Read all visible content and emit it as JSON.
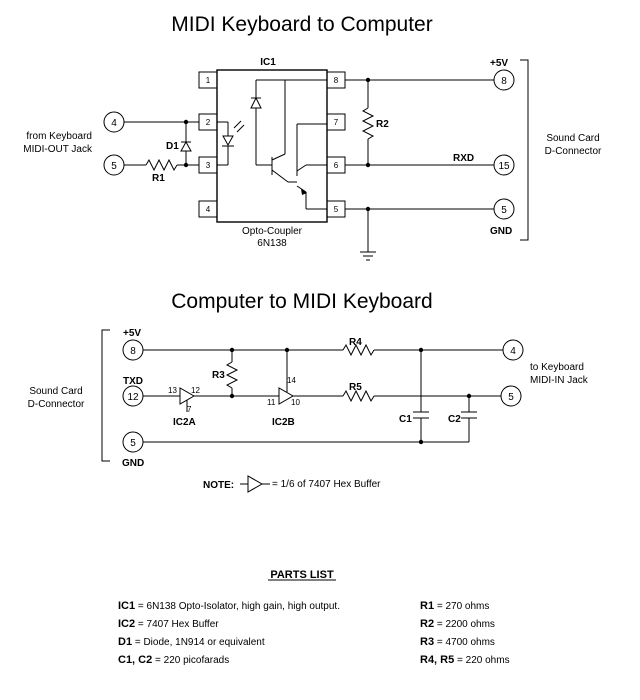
{
  "top": {
    "title": "MIDI Keyboard to Computer",
    "ic_label": "IC1",
    "ic_caption1": "Opto-Coupler",
    "ic_caption2": "6N138",
    "pins": [
      "1",
      "2",
      "3",
      "4",
      "5",
      "6",
      "7",
      "8"
    ],
    "left_connector": {
      "line1": "from Keyboard",
      "line2": "MIDI-OUT Jack",
      "pin_a": "4",
      "pin_b": "5"
    },
    "right_connector": {
      "line1": "Sound Card",
      "line2": "D-Connector",
      "pin_vcc": "8",
      "pin_rxd": "15",
      "pin_gnd": "5"
    },
    "labels": {
      "d1": "D1",
      "r1": "R1",
      "r2": "R2",
      "vcc": "+5V",
      "rxd": "RXD",
      "gnd": "GND"
    }
  },
  "bottom": {
    "title": "Computer to MIDI Keyboard",
    "left_connector": {
      "line1": "Sound Card",
      "line2": "D-Connector",
      "pin_vcc": "8",
      "pin_txd": "12",
      "pin_gnd": "5"
    },
    "right_connector": {
      "line1": "to Keyboard",
      "line2": "MIDI-IN Jack",
      "pin_a": "4",
      "pin_b": "5"
    },
    "labels": {
      "vcc": "+5V",
      "txd": "TXD",
      "gnd": "GND",
      "r3": "R3",
      "r4": "R4",
      "r5": "R5",
      "c1": "C1",
      "c2": "C2",
      "ic2a": "IC2A",
      "ic2b": "IC2B"
    },
    "buffer_pins": {
      "a_in": "13",
      "a_out": "12",
      "a_gnd": "7",
      "b_in": "11",
      "b_out": "10",
      "b_vcc": "14"
    }
  },
  "note": {
    "label": "NOTE:",
    "text": "= 1/6 of 7407 Hex Buffer"
  },
  "parts_list": {
    "title": "PARTS LIST",
    "left": [
      {
        "ref": "IC1",
        "desc": " = 6N138 Opto-Isolator, high gain, high output."
      },
      {
        "ref": "IC2",
        "desc": " = 7407 Hex Buffer"
      },
      {
        "ref": "D1",
        "desc": " = Diode, 1N914 or equivalent"
      },
      {
        "ref": "C1, C2",
        "desc": " = 220 picofarads"
      }
    ],
    "right": [
      {
        "ref": "R1",
        "desc": " = 270 ohms"
      },
      {
        "ref": "R2",
        "desc": " = 2200 ohms"
      },
      {
        "ref": "R3",
        "desc": " = 4700 ohms"
      },
      {
        "ref": "R4, R5",
        "desc": " = 220 ohms"
      }
    ]
  }
}
